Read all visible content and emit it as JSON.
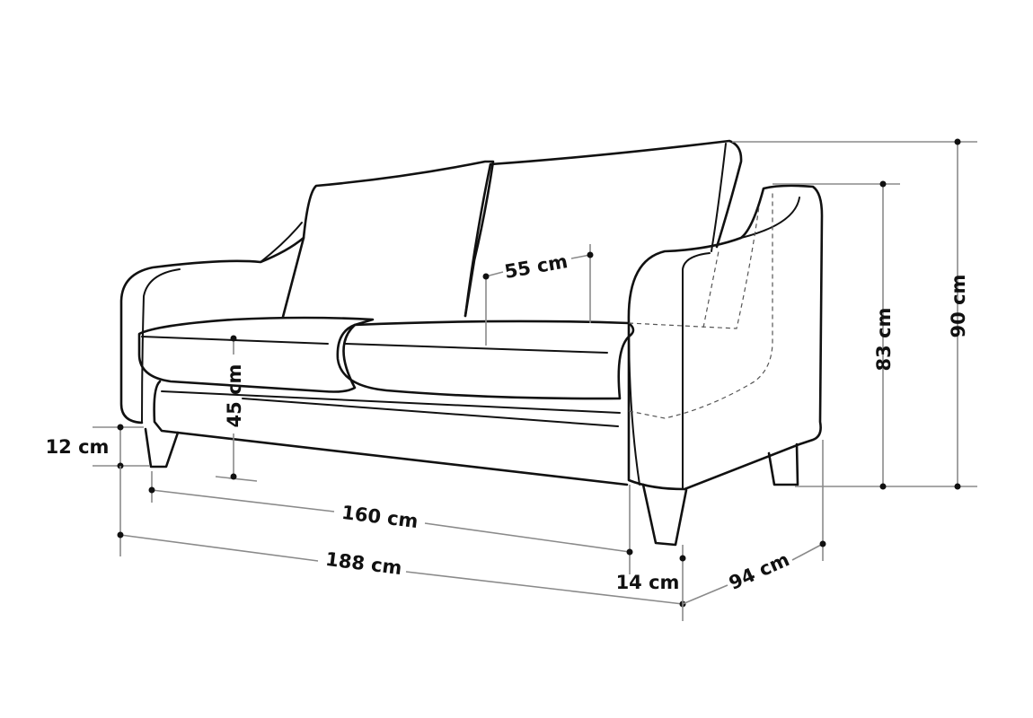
{
  "dimensions": {
    "height_total": "90 cm",
    "height_arm": "83 cm",
    "seat_depth": "55 cm",
    "seat_height": "45 cm",
    "leg_height": "12 cm",
    "seat_width": "160 cm",
    "total_width": "188 cm",
    "arm_width": "14 cm",
    "depth": "94 cm"
  },
  "colors": {
    "line": "#111111",
    "dimension_line": "#8a8a8a",
    "background": "#ffffff"
  }
}
